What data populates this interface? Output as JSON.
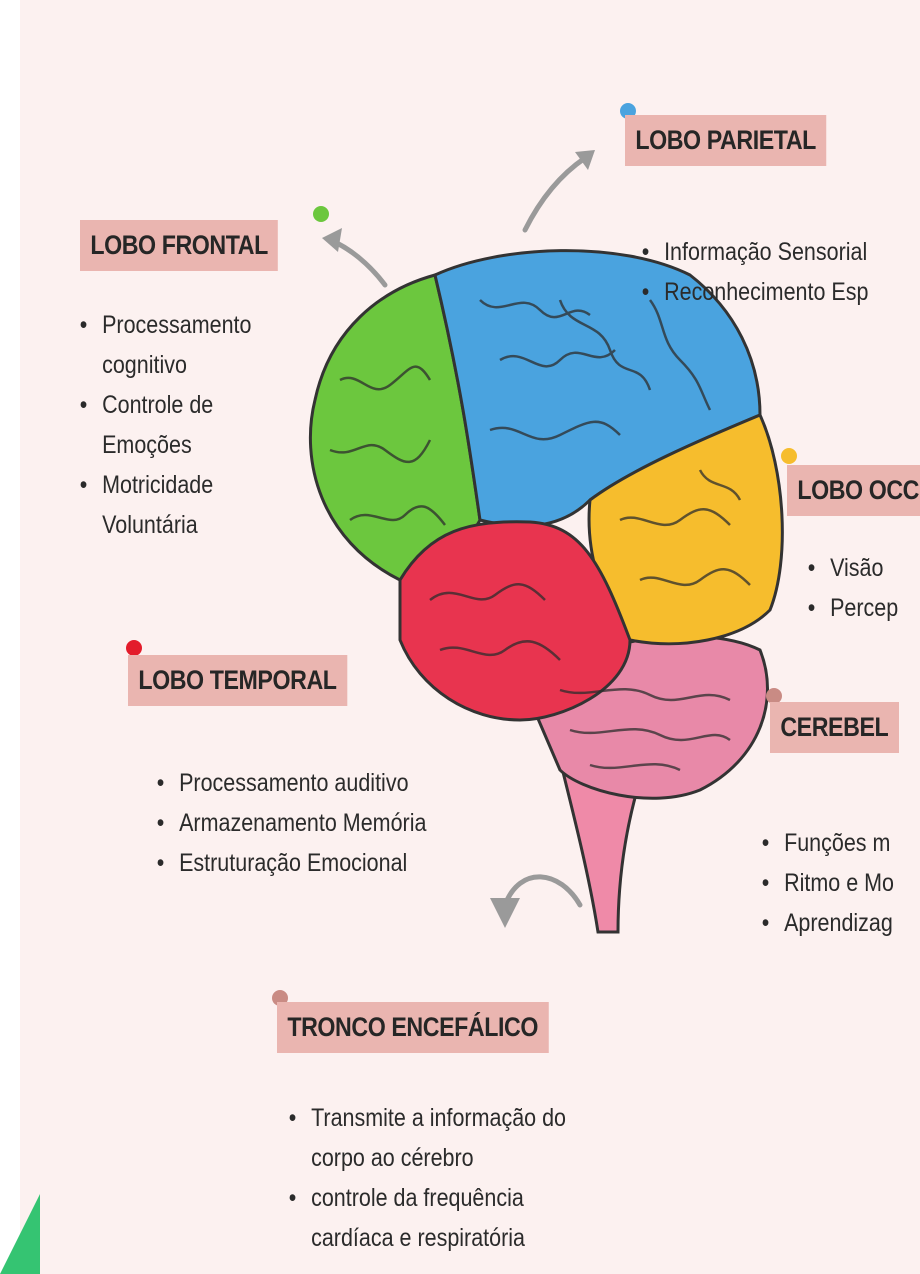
{
  "colors": {
    "frontal": "#6cc73e",
    "parietal": "#4aa3df",
    "occipital": "#f6bd2d",
    "temporal": "#e8344f",
    "cerebellum": "#e889a8",
    "stem": "#ef8aa8",
    "label_bg": "#eab5b0",
    "background": "#fcf1f0"
  },
  "frontal": {
    "title": "LOBO FRONTAL",
    "lines": [
      "Processamento",
      "cognitivo",
      "Controle de",
      "Emoções",
      "Motricidade",
      "Voluntária"
    ]
  },
  "parietal": {
    "title": "LOBO PARIETAL",
    "items": [
      "Informação Sensorial",
      "Reconhecimento Esp"
    ]
  },
  "occipital": {
    "title": "LOBO OCC",
    "items": [
      "Visão",
      "Percep"
    ]
  },
  "temporal": {
    "title": "LOBO TEMPORAL",
    "items": [
      "Processamento auditivo",
      "Armazenamento Memória",
      "Estruturação Emocional"
    ]
  },
  "cerebellum": {
    "title": "CEREBEL",
    "items": [
      "Funções m",
      "Ritmo e Mo",
      "Aprendizag"
    ]
  },
  "brainstem": {
    "title": "TRONCO ENCEFÁLICO",
    "lines": [
      "Transmite a informação do",
      "corpo ao cérebro",
      "controle da frequência",
      "cardíaca e respiratória"
    ]
  }
}
